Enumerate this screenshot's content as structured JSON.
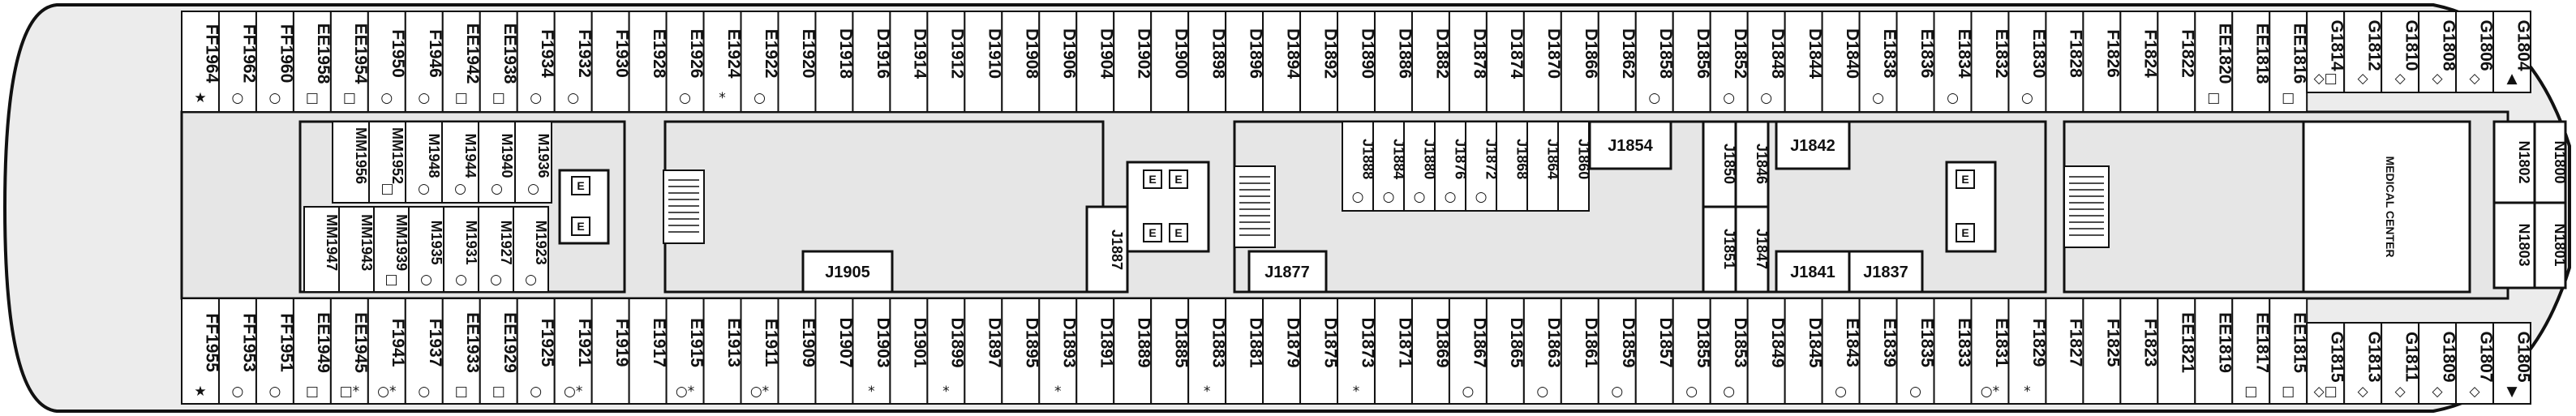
{
  "deck_plan": {
    "colors": {
      "hull_fill": "#ececec",
      "corridor_fill": "#e6e6e6",
      "line": "#111111",
      "cabin_fill": "#ffffff"
    },
    "legend_symbols": {
      "star": "★",
      "asterisk": "*",
      "circle": "○",
      "square": "□",
      "diamond": "◇",
      "triangle": "▲",
      "triangle_down": "▼"
    },
    "top_row": [
      {
        "id": "FF1964",
        "sym": "★"
      },
      {
        "id": "FF1962",
        "sym": "○"
      },
      {
        "id": "FF1960",
        "sym": "○"
      },
      {
        "id": "EE1958",
        "sym": "□"
      },
      {
        "id": "EE1954",
        "sym": "□"
      },
      {
        "id": "F1950",
        "sym": "○"
      },
      {
        "id": "F1946",
        "sym": "○"
      },
      {
        "id": "EE1942",
        "sym": "□"
      },
      {
        "id": "EE1938",
        "sym": "□"
      },
      {
        "id": "F1934",
        "sym": "○"
      },
      {
        "id": "F1932",
        "sym": "○"
      },
      {
        "id": "F1930",
        "sym": ""
      },
      {
        "id": "E1928",
        "sym": ""
      },
      {
        "id": "E1926",
        "sym": "○"
      },
      {
        "id": "E1924",
        "sym": "*"
      },
      {
        "id": "E1922",
        "sym": "○"
      },
      {
        "id": "E1920",
        "sym": ""
      },
      {
        "id": "D1918",
        "sym": ""
      },
      {
        "id": "D1916",
        "sym": ""
      },
      {
        "id": "D1914",
        "sym": ""
      },
      {
        "id": "D1912",
        "sym": ""
      },
      {
        "id": "D1910",
        "sym": ""
      },
      {
        "id": "D1908",
        "sym": ""
      },
      {
        "id": "D1906",
        "sym": ""
      },
      {
        "id": "D1904",
        "sym": ""
      },
      {
        "id": "D1902",
        "sym": ""
      },
      {
        "id": "D1900",
        "sym": ""
      },
      {
        "id": "D1898",
        "sym": ""
      },
      {
        "id": "D1896",
        "sym": ""
      },
      {
        "id": "D1894",
        "sym": ""
      },
      {
        "id": "D1892",
        "sym": ""
      },
      {
        "id": "D1890",
        "sym": ""
      },
      {
        "id": "D1886",
        "sym": ""
      },
      {
        "id": "D1882",
        "sym": ""
      },
      {
        "id": "D1878",
        "sym": ""
      },
      {
        "id": "D1874",
        "sym": ""
      },
      {
        "id": "D1870",
        "sym": ""
      },
      {
        "id": "D1866",
        "sym": ""
      },
      {
        "id": "D1862",
        "sym": ""
      },
      {
        "id": "D1858",
        "sym": "○"
      },
      {
        "id": "D1856",
        "sym": ""
      },
      {
        "id": "D1852",
        "sym": "○"
      },
      {
        "id": "D1848",
        "sym": "○"
      },
      {
        "id": "D1844",
        "sym": ""
      },
      {
        "id": "D1840",
        "sym": ""
      },
      {
        "id": "E1838",
        "sym": "○"
      },
      {
        "id": "E1836",
        "sym": ""
      },
      {
        "id": "E1834",
        "sym": "○"
      },
      {
        "id": "E1832",
        "sym": ""
      },
      {
        "id": "E1830",
        "sym": "○"
      },
      {
        "id": "F1828",
        "sym": ""
      },
      {
        "id": "F1826",
        "sym": ""
      },
      {
        "id": "F1824",
        "sym": ""
      },
      {
        "id": "F1822",
        "sym": ""
      },
      {
        "id": "EE1820",
        "sym": "□"
      },
      {
        "id": "EE1818",
        "sym": ""
      },
      {
        "id": "EE1816",
        "sym": "□"
      },
      {
        "id": "G1814",
        "sym": "◇□"
      },
      {
        "id": "G1812",
        "sym": "◇"
      },
      {
        "id": "G1810",
        "sym": "◇"
      },
      {
        "id": "G1808",
        "sym": "◇"
      },
      {
        "id": "G1806",
        "sym": "◇"
      },
      {
        "id": "G1804",
        "sym": "▲"
      }
    ],
    "bottom_row": [
      {
        "id": "FF1955",
        "sym": "★"
      },
      {
        "id": "FF1953",
        "sym": "○"
      },
      {
        "id": "FF1951",
        "sym": "○"
      },
      {
        "id": "EE1949",
        "sym": "□"
      },
      {
        "id": "EE1945",
        "sym": "□*"
      },
      {
        "id": "F1941",
        "sym": "○*"
      },
      {
        "id": "F1937",
        "sym": "○"
      },
      {
        "id": "EE1933",
        "sym": "□"
      },
      {
        "id": "EE1929",
        "sym": "□"
      },
      {
        "id": "F1925",
        "sym": "○"
      },
      {
        "id": "F1921",
        "sym": "○*"
      },
      {
        "id": "F1919",
        "sym": ""
      },
      {
        "id": "E1917",
        "sym": ""
      },
      {
        "id": "E1915",
        "sym": "○*"
      },
      {
        "id": "E1913",
        "sym": ""
      },
      {
        "id": "E1911",
        "sym": "○*"
      },
      {
        "id": "E1909",
        "sym": ""
      },
      {
        "id": "D1907",
        "sym": ""
      },
      {
        "id": "D1903",
        "sym": "*"
      },
      {
        "id": "D1901",
        "sym": ""
      },
      {
        "id": "D1899",
        "sym": "*"
      },
      {
        "id": "D1897",
        "sym": ""
      },
      {
        "id": "D1895",
        "sym": ""
      },
      {
        "id": "D1893",
        "sym": "*"
      },
      {
        "id": "D1891",
        "sym": ""
      },
      {
        "id": "D1889",
        "sym": ""
      },
      {
        "id": "D1885",
        "sym": ""
      },
      {
        "id": "D1883",
        "sym": "*"
      },
      {
        "id": "D1881",
        "sym": ""
      },
      {
        "id": "D1879",
        "sym": ""
      },
      {
        "id": "D1875",
        "sym": ""
      },
      {
        "id": "D1873",
        "sym": "*"
      },
      {
        "id": "D1871",
        "sym": ""
      },
      {
        "id": "D1869",
        "sym": ""
      },
      {
        "id": "D1867",
        "sym": "○"
      },
      {
        "id": "D1865",
        "sym": ""
      },
      {
        "id": "D1863",
        "sym": "○"
      },
      {
        "id": "D1861",
        "sym": ""
      },
      {
        "id": "D1859",
        "sym": "○"
      },
      {
        "id": "D1857",
        "sym": ""
      },
      {
        "id": "D1855",
        "sym": "○"
      },
      {
        "id": "D1853",
        "sym": "○"
      },
      {
        "id": "D1849",
        "sym": ""
      },
      {
        "id": "D1845",
        "sym": ""
      },
      {
        "id": "E1843",
        "sym": "○"
      },
      {
        "id": "E1839",
        "sym": ""
      },
      {
        "id": "E1835",
        "sym": "○"
      },
      {
        "id": "E1833",
        "sym": ""
      },
      {
        "id": "E1831",
        "sym": "○*"
      },
      {
        "id": "F1829",
        "sym": "*"
      },
      {
        "id": "F1827",
        "sym": ""
      },
      {
        "id": "F1825",
        "sym": ""
      },
      {
        "id": "F1823",
        "sym": ""
      },
      {
        "id": "EE1821",
        "sym": ""
      },
      {
        "id": "EE1819",
        "sym": ""
      },
      {
        "id": "EE1817",
        "sym": "□"
      },
      {
        "id": "EE1815",
        "sym": "□"
      },
      {
        "id": "G1815",
        "sym": "◇□"
      },
      {
        "id": "G1813",
        "sym": "◇"
      },
      {
        "id": "G1811",
        "sym": "◇"
      },
      {
        "id": "G1809",
        "sym": "◇"
      },
      {
        "id": "G1807",
        "sym": "◇"
      },
      {
        "id": "G1805",
        "sym": "▼"
      }
    ],
    "aft_block": {
      "upper": [
        {
          "id": "MM1956",
          "sym": ""
        },
        {
          "id": "MM1952",
          "sym": "□"
        },
        {
          "id": "M1948",
          "sym": "○"
        },
        {
          "id": "M1944",
          "sym": "○"
        },
        {
          "id": "M1940",
          "sym": "○"
        },
        {
          "id": "M1936",
          "sym": "○"
        }
      ],
      "lower": [
        {
          "id": "MM1947",
          "sym": ""
        },
        {
          "id": "MM1943",
          "sym": ""
        },
        {
          "id": "MM1939",
          "sym": "□"
        },
        {
          "id": "M1935",
          "sym": "○"
        },
        {
          "id": "M1931",
          "sym": "○"
        },
        {
          "id": "M1927",
          "sym": "○"
        },
        {
          "id": "M1923",
          "sym": "○"
        }
      ]
    },
    "mid_cabins": {
      "inside_upper": [
        {
          "id": "J1888",
          "sym": "○"
        },
        {
          "id": "J1884",
          "sym": "○"
        },
        {
          "id": "J1880",
          "sym": "○"
        },
        {
          "id": "J1876",
          "sym": "○"
        },
        {
          "id": "J1872",
          "sym": "○"
        },
        {
          "id": "J1868",
          "sym": ""
        },
        {
          "id": "J1864",
          "sym": ""
        },
        {
          "id": "J1860",
          "sym": ""
        }
      ],
      "j1854": "J1854",
      "j1850": "J1850",
      "j1846": "J1846",
      "j1842": "J1842",
      "j1851": "J1851",
      "j1847": "J1847",
      "j1841": "J1841",
      "j1837": "J1837",
      "j1905": "J1905",
      "j1887": "J1887",
      "j1877": "J1877"
    },
    "forward_cabins": {
      "n1802": "N1802",
      "n1803": "N1803",
      "n1801": "N1801",
      "n1800": "N1800"
    },
    "medical_center": "MEDICAL CENTER",
    "elevator_label": "E"
  }
}
